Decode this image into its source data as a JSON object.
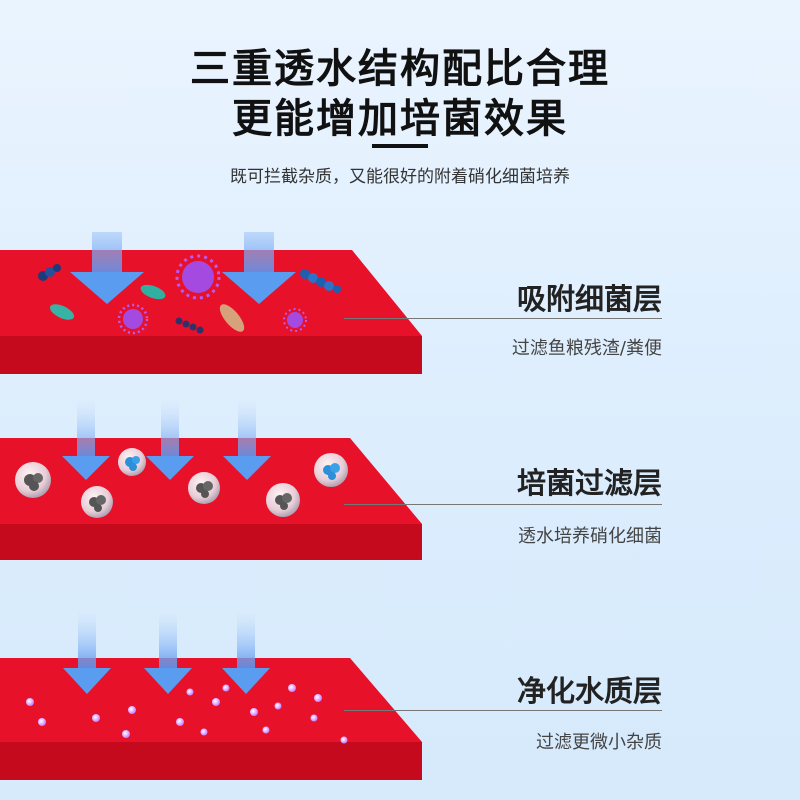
{
  "header": {
    "title_line1": "三重透水结构配比合理",
    "title_line2": "更能增加培菌效果",
    "subtitle": "既可拦截杂质，又能很好的附着硝化细菌培养"
  },
  "layers": [
    {
      "name": "吸附细菌层",
      "desc": "过滤鱼粮残渣/粪便"
    },
    {
      "name": "培菌过滤层",
      "desc": "透水培养硝化细菌"
    },
    {
      "name": "净化水质层",
      "desc": "过滤更微小杂质"
    }
  ],
  "colors": {
    "sponge_top": "#e8112a",
    "sponge_side": "#c60a1d",
    "arrow": "#5fa0f2",
    "background": "#e2effd"
  }
}
